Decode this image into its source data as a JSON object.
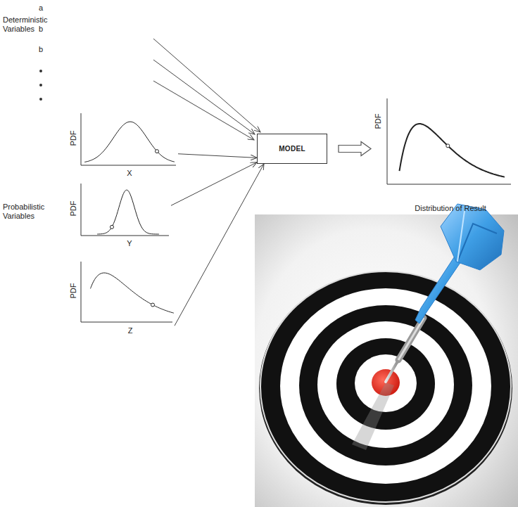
{
  "diagram": {
    "nodes": [
      {
        "text": [
          "PDF",
          "X"
        ]
      },
      {
        "text": [
          "PDF",
          "Y"
        ]
      },
      {
        "text": [
          "PDF",
          "Z"
        ]
      },
      {
        "text": [
          "MODEL"
        ]
      },
      {
        "text": [
          "PDF",
          "Distribution of Result"
        ]
      }
    ],
    "edges": [
      {
        "from": 0,
        "to": 3,
        "arrow": "to"
      },
      {
        "from": 1,
        "to": 3,
        "arrow": "to"
      },
      {
        "from": 2,
        "to": 3,
        "arrow": "to"
      },
      {
        "from": 3,
        "to": 4,
        "arrow": "to"
      }
    ],
    "labels": [
      "Deterministic Variables",
      "a",
      "b",
      "b",
      "Probabilistic Variables"
    ]
  }
}
